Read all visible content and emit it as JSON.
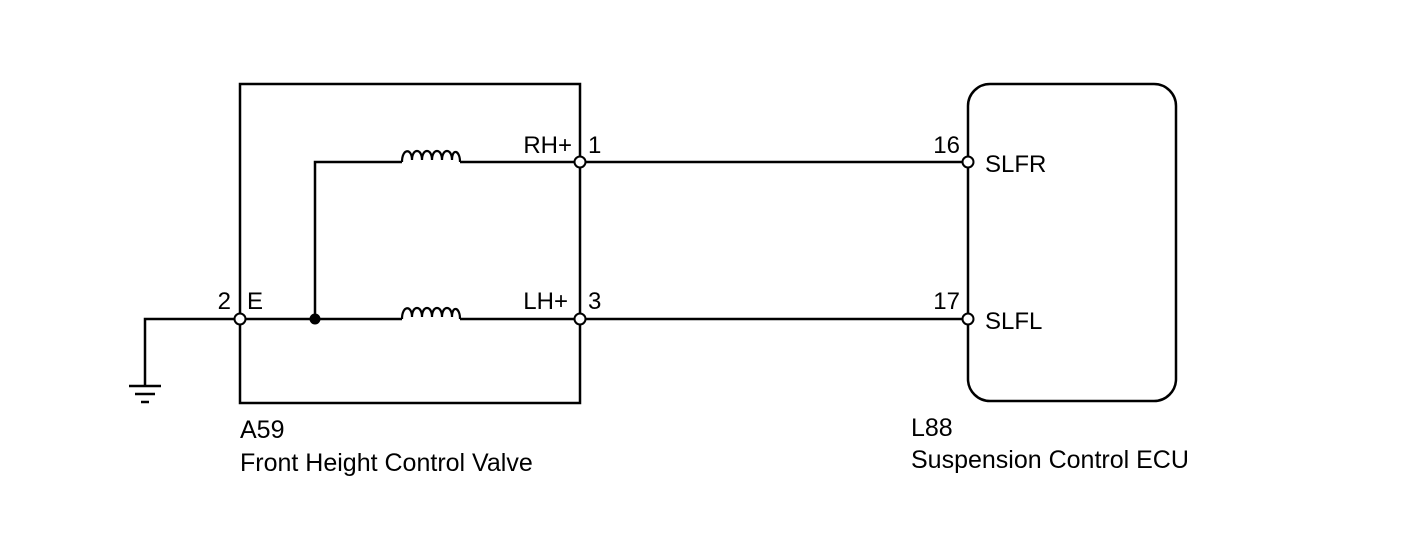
{
  "components": {
    "valve": {
      "code": "A59",
      "name": "Front Height Control Valve",
      "pins": {
        "rh_label": "RH+",
        "rh_number": "1",
        "lh_label": "LH+",
        "lh_number": "3",
        "ground_label": "E",
        "ground_number": "2"
      }
    },
    "ecu": {
      "code": "L88",
      "name": "Suspension Control ECU",
      "pins": {
        "slfr_label": "SLFR",
        "slfr_number": "16",
        "slfl_label": "SLFL",
        "slfl_number": "17"
      }
    }
  }
}
